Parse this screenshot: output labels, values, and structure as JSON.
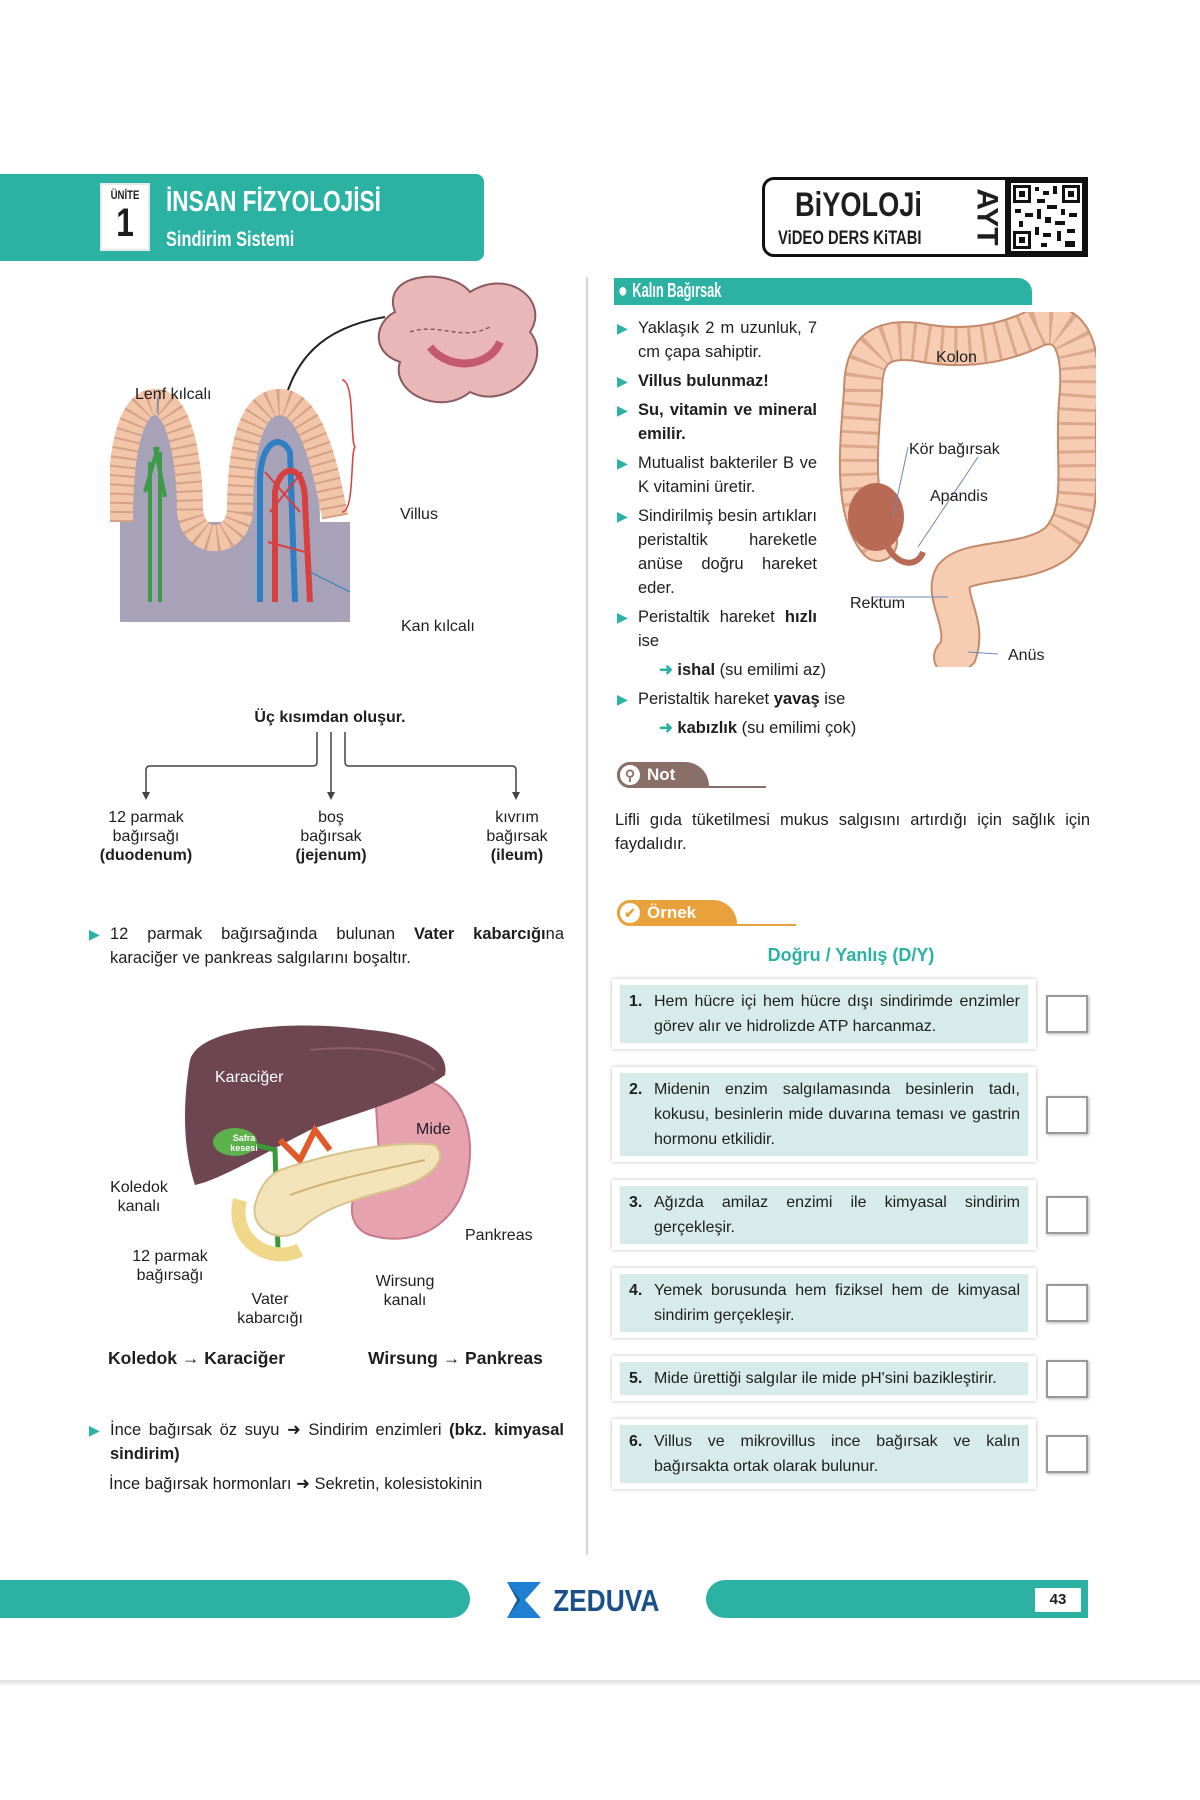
{
  "header": {
    "unit_label": "ÜNİTE",
    "unit_number": "1",
    "title": "İNSAN FİZYOLOJİSİ",
    "subtitle": "Sindirim Sistemi"
  },
  "badge": {
    "title": "BiYOLOJi",
    "subtitle": "ViDEO DERS KiTABI",
    "exam": "AYT",
    "qr_icon": "qr-code-icon"
  },
  "villus_figure": {
    "labels": {
      "lymph": "Lenf kılcalı",
      "villus": "Villus",
      "blood": "Kan kılcalı"
    }
  },
  "parts": {
    "heading": "Üç kısımdan oluşur.",
    "items": [
      {
        "l1": "12 parmak",
        "l2": "bağırsağı",
        "l3": "(duodenum)"
      },
      {
        "l1": "boş",
        "l2": "bağırsak",
        "l3": "(jejenum)"
      },
      {
        "l1": "kıvrım",
        "l2": "bağırsak",
        "l3": "(ileum)"
      }
    ]
  },
  "vater_bullet": [
    {
      "t": "12 parmak bağırsağında bulunan "
    },
    {
      "t": "Vater kabarcığı",
      "b": true
    },
    {
      "t": "na karaciğer ve pankreas salgılarını boşaltır."
    }
  ],
  "liver_figure": {
    "labels": {
      "liver": "Karaciğer",
      "gallbladder_1": "Safra",
      "gallbladder_2": "kesesi",
      "stomach": "Mide",
      "choledoch_1": "Koledok",
      "choledoch_2": "kanalı",
      "pancreas": "Pankreas",
      "duodenum_1": "12 parmak",
      "duodenum_2": "bağırsağı",
      "wirsung_1": "Wirsung",
      "wirsung_2": "kanalı",
      "vater_1": "Vater",
      "vater_2": "kabarcığı"
    },
    "rel1": "Koledok → Karaciğer",
    "rel2": "Wirsung → Pankreas"
  },
  "left_bottom": {
    "b1": [
      {
        "t": "İnce bağırsak öz suyu ➜ Sindirim enzimleri "
      },
      {
        "t": "(bkz. kimyasal sindirim)",
        "b": true
      }
    ],
    "b2": "İnce bağırsak hormonları ➜ Sekretin, kolesistokinin"
  },
  "large_intestine": {
    "title": "Kalın Bağırsak",
    "bullets": [
      [
        {
          "t": "Yaklaşık 2 m uzunluk, 7 cm çapa sahiptir."
        }
      ],
      [
        {
          "t": "Villus bulunmaz!",
          "b": true
        }
      ],
      [
        {
          "t": "Su, vitamin ve mineral emilir.",
          "b": true
        }
      ],
      [
        {
          "t": "Mutualist bakteriler B ve K vitamini üretir."
        }
      ],
      [
        {
          "t": "Sindirilmiş besin artıkları peristaltik hareketle anüse doğru hareket eder."
        }
      ],
      [
        {
          "t": "Peristaltik hareket "
        },
        {
          "t": "hızlı",
          "b": true
        },
        {
          "t": " ise"
        }
      ],
      [
        {
          "t": "Peristaltik hareket "
        },
        {
          "t": "yavaş",
          "b": true
        },
        {
          "t": " ise"
        }
      ]
    ],
    "sub1": [
      {
        "t": "ishal",
        "b": true
      },
      {
        "t": " (su emilimi az)"
      }
    ],
    "sub2": [
      {
        "t": "kabızlık",
        "b": true
      },
      {
        "t": " (su emilimi çok)"
      }
    ],
    "labels": {
      "colon": "Kolon",
      "cecum": "Kör bağırsak",
      "appendix": "Apandis",
      "rectum": "Rektum",
      "anus": "Anüs"
    }
  },
  "note": {
    "label": "Not",
    "text": "Lifli gıda tüketilmesi mukus salgısını artırdığı için sağlık için faydalıdır."
  },
  "example": {
    "label": "Örnek",
    "title": "Doğru / Yanlış (D/Y)",
    "questions": [
      {
        "n": "1.",
        "text": "Hem hücre içi hem hücre dışı sindirimde enzimler görev alır ve hidrolizde ATP harcanmaz.",
        "answer": ""
      },
      {
        "n": "2.",
        "text": "Midenin enzim salgılamasında besinlerin tadı, kokusu, besinlerin mide duvarına teması ve gastrin hormonu etkilidir.",
        "answer": ""
      },
      {
        "n": "3.",
        "text": "Ağızda amilaz enzimi ile kimyasal sindirim gerçekleşir.",
        "answer": ""
      },
      {
        "n": "4.",
        "text": "Yemek borusunda hem fiziksel hem de kimyasal sindirim gerçekleşir.",
        "answer": ""
      },
      {
        "n": "5.",
        "text": "Mide ürettiği salgılar ile mide pH'sini bazikleştirir.",
        "answer": ""
      },
      {
        "n": "6.",
        "text": "Villus ve mikrovillus ince bağırsak ve kalın bağırsakta ortak olarak bulunur.",
        "answer": ""
      }
    ]
  },
  "footer": {
    "brand": "ZEDUVA",
    "page": "43"
  },
  "colors": {
    "teal": "#2bb2a2",
    "note": "#8a6f68",
    "example": "#e9a23b",
    "question_bg": "#d7ecea"
  }
}
